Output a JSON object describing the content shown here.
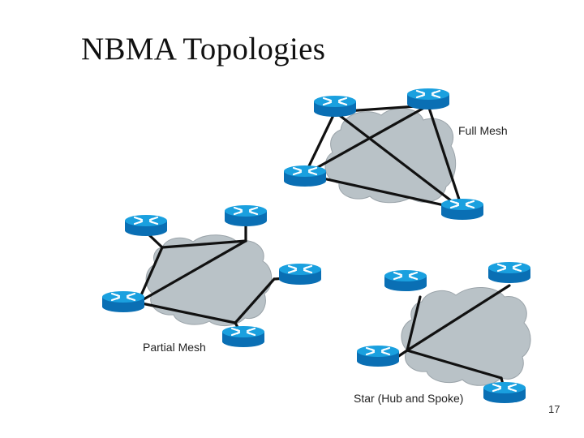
{
  "slide": {
    "title": "NBMA Topologies",
    "page_number": "17"
  },
  "topologies": [
    {
      "label": "Full Mesh"
    },
    {
      "label": "Partial Mesh"
    },
    {
      "label": "Star (Hub and Spoke)"
    }
  ],
  "colors": {
    "router_top": "#1aa0df",
    "router_body": "#0a6fb4",
    "cloud_fill": "#b9c2c7",
    "cloud_stroke": "#9aa3a9",
    "link": "#111111"
  },
  "icons": {
    "router": "router-icon",
    "cloud": "cloud-icon"
  }
}
